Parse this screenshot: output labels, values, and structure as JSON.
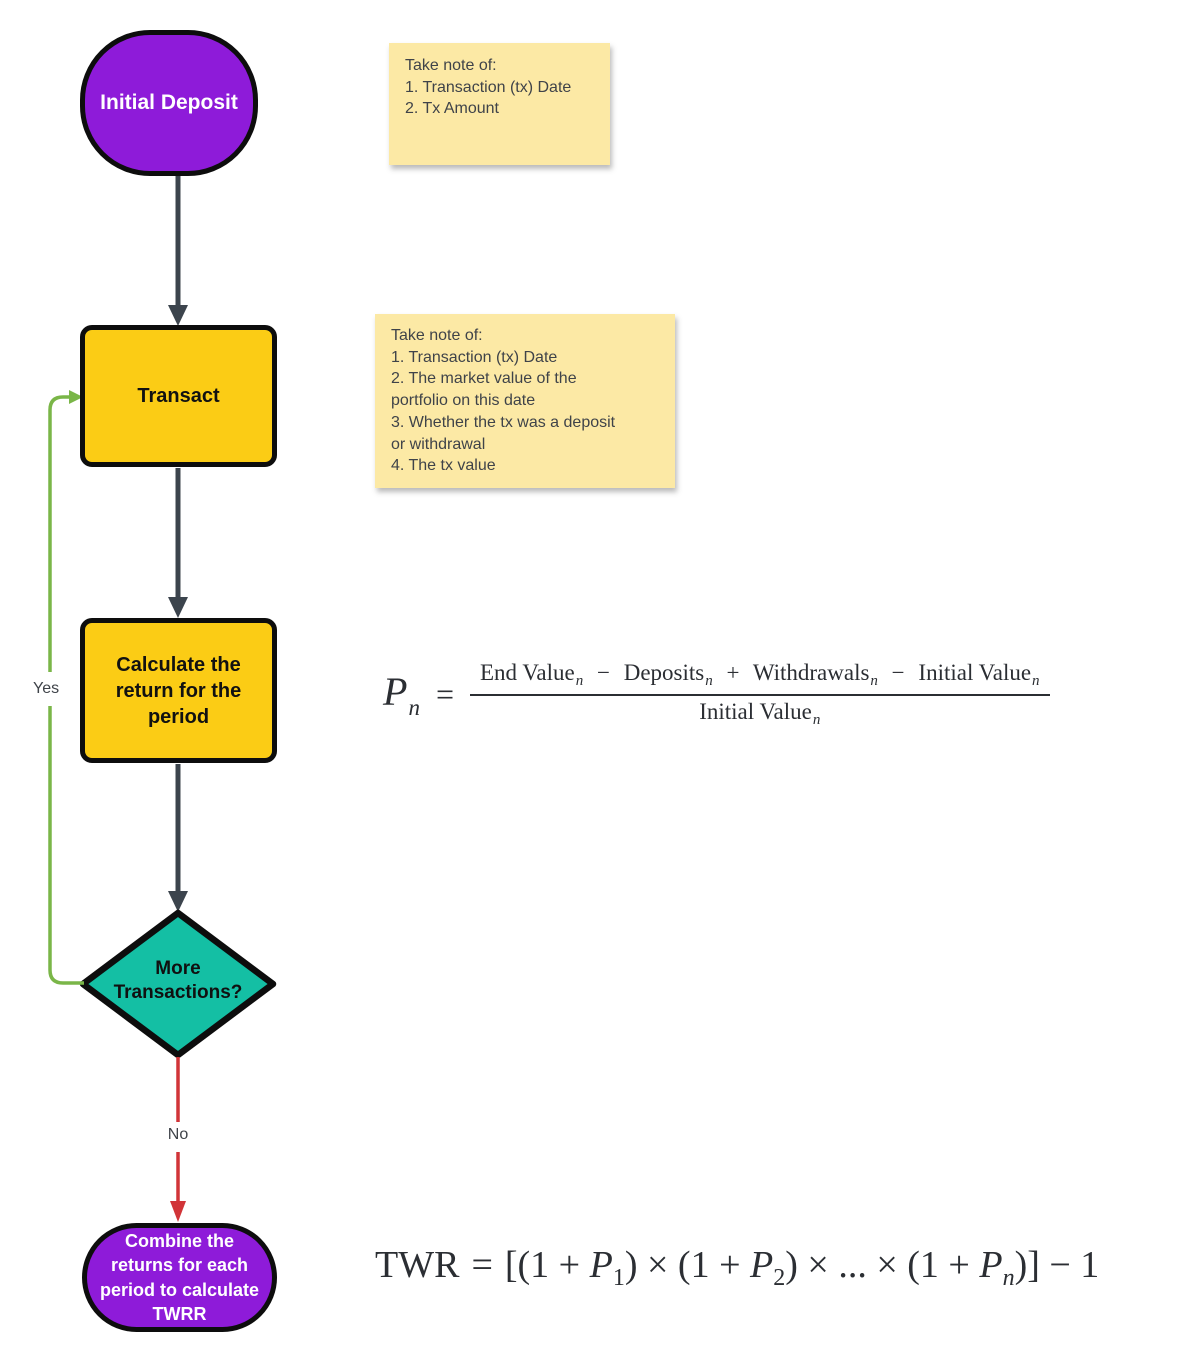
{
  "colors": {
    "purple": "#8E1BD9",
    "yellow": "#FBCC15",
    "teal": "#14BFA4",
    "note-bg": "#FCE9A5",
    "note-shadow": "#8F9297",
    "arrow-dark": "#3C444D",
    "green": "#7AB648",
    "red": "#D13438",
    "ink": "#0D0D0D",
    "text-gray": "#3F4349",
    "formula": "#2B2E33"
  },
  "flowchart": {
    "start_label": "Initial Deposit",
    "transact_label": "Transact",
    "calculate_label": "Calculate the\nreturn for the\nperiod",
    "decision_label": "More\nTransactions?",
    "end_label": "Combine the\nreturns for each\nperiod to calculate\nTWRR",
    "yes_label": "Yes",
    "no_label": "No"
  },
  "notes": {
    "note1": "Take note of:\n1. Transaction (tx) Date\n2. Tx Amount",
    "note2": "Take note of:\n1. Transaction (tx) Date\n2. The market value of the\nportfolio on this date\n3. Whether the tx was a deposit\nor withdrawal\n4. The tx value"
  },
  "formulas": {
    "period_return": {
      "lhs": "P",
      "lhs_sub": "n",
      "eq": "=",
      "num_term1": "End Value",
      "num_sub1": "n",
      "num_op1": "−",
      "num_term2": "Deposits",
      "num_sub2": "n",
      "num_op2": "+",
      "num_term3": "Withdrawals",
      "num_sub3": "n",
      "num_op3": "−",
      "num_term4": "Initial Value",
      "num_sub4": "n",
      "den_term": "Initial Value",
      "den_sub": "n"
    },
    "twr": {
      "lhs": "TWR",
      "eq": "=",
      "seg1": "[(1 + ",
      "p1": "P",
      "sub1": "1",
      "seg2": ") × (1 + ",
      "p2": "P",
      "sub2": "2",
      "seg3": ") × ... × (1 + ",
      "p3": "P",
      "sub3": "n",
      "seg4": ")] − 1"
    }
  }
}
